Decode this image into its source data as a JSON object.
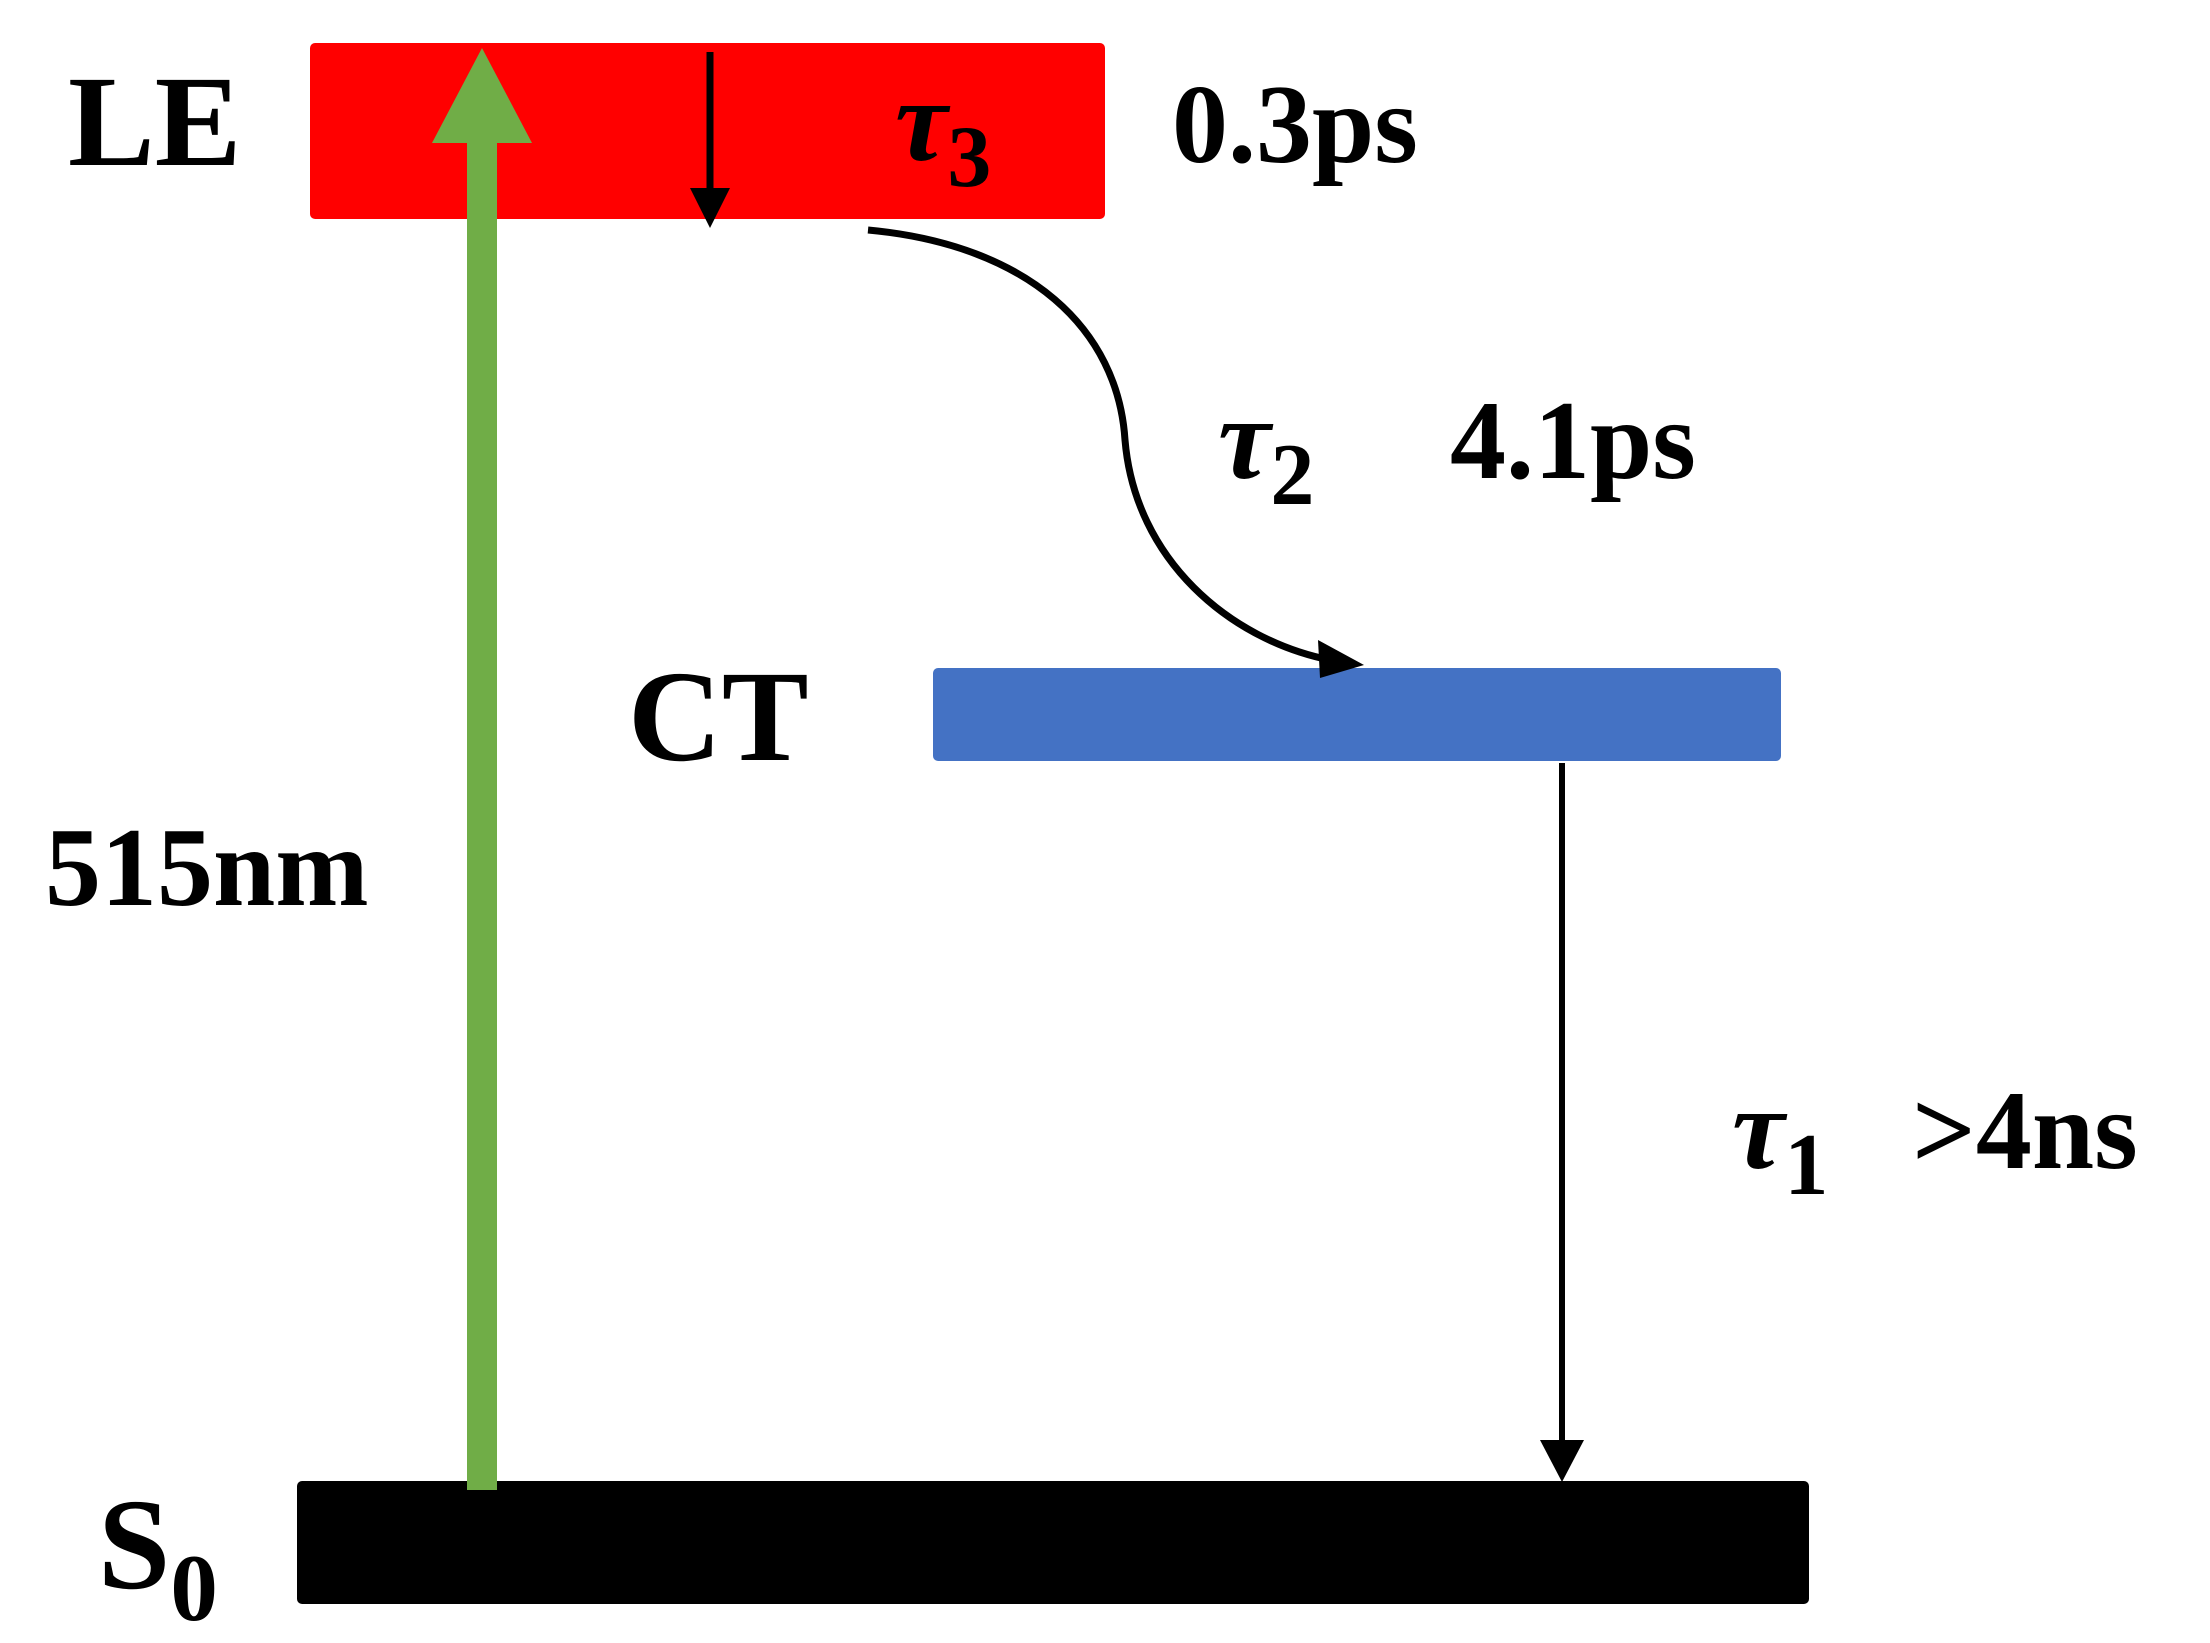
{
  "levels": {
    "le": {
      "label": "LE",
      "color": "#ff0000"
    },
    "ct": {
      "label": "CT",
      "color": "#4472c4"
    },
    "s0": {
      "label": "S",
      "subscript": "0",
      "color": "#000000"
    }
  },
  "excitation": {
    "label": "515nm",
    "color": "#70ad47"
  },
  "processes": {
    "tau3": {
      "symbol": "τ",
      "subscript": "3",
      "value": "0.3ps"
    },
    "tau2": {
      "symbol": "τ",
      "subscript": "2",
      "value": "4.1ps"
    },
    "tau1": {
      "symbol": "τ",
      "subscript": "1",
      "value": ">4ns"
    }
  }
}
